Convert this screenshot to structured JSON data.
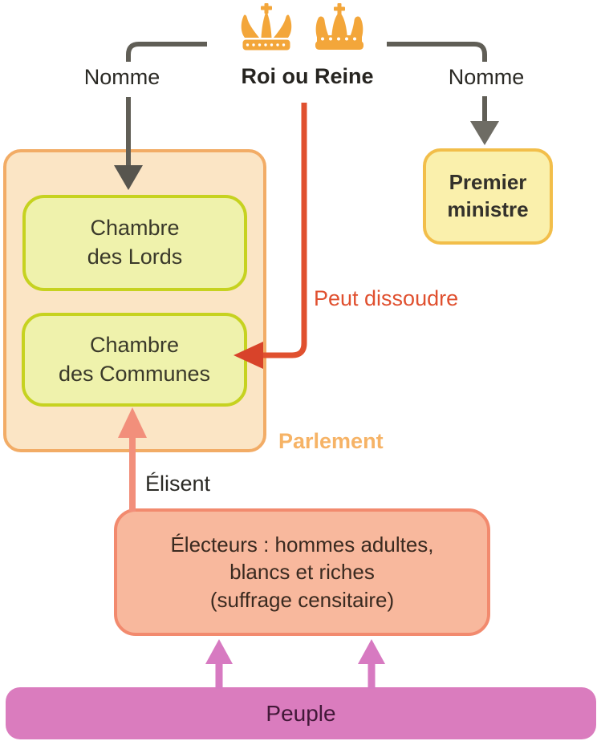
{
  "diagram": {
    "monarch": {
      "label": "Roi ou Reine",
      "icons": [
        "king-crown-icon",
        "queen-crown-icon"
      ]
    },
    "labels": {
      "nomme_left": "Nomme",
      "nomme_right": "Nomme",
      "peut_dissoudre": "Peut dissoudre",
      "parlement": "Parlement",
      "elisent": "Élisent"
    },
    "boxes": {
      "chambre_lords": {
        "lines": [
          "Chambre",
          "des Lords"
        ]
      },
      "chambre_communes": {
        "lines": [
          "Chambre",
          "des Communes"
        ]
      },
      "premier_ministre": {
        "lines": [
          "Premier",
          "ministre"
        ]
      },
      "electeurs": {
        "lines": [
          "Électeurs : hommes adultes,",
          "blancs et riches",
          "(suffrage censitaire)"
        ]
      },
      "peuple": {
        "label": "Peuple"
      }
    },
    "colors": {
      "crown_gold": "#F3A63A",
      "arrow_gray": "#605E56",
      "arrow_red": "#E0502F",
      "arrow_salmon": "#F28F7B",
      "arrow_pink": "#D77AC1",
      "parlement_fill": "#FBE5C5",
      "parlement_border": "#F2AC66",
      "parlement_label_text": "#F6B366",
      "chamber_fill": "#EFF2AC",
      "chamber_border": "#C6D220",
      "premier_fill": "#FAF0AC",
      "premier_border": "#F2BE4A",
      "electeurs_fill": "#F8B89D",
      "electeurs_border": "#F28A6E",
      "peuple_fill": "#DA7CBE"
    }
  }
}
